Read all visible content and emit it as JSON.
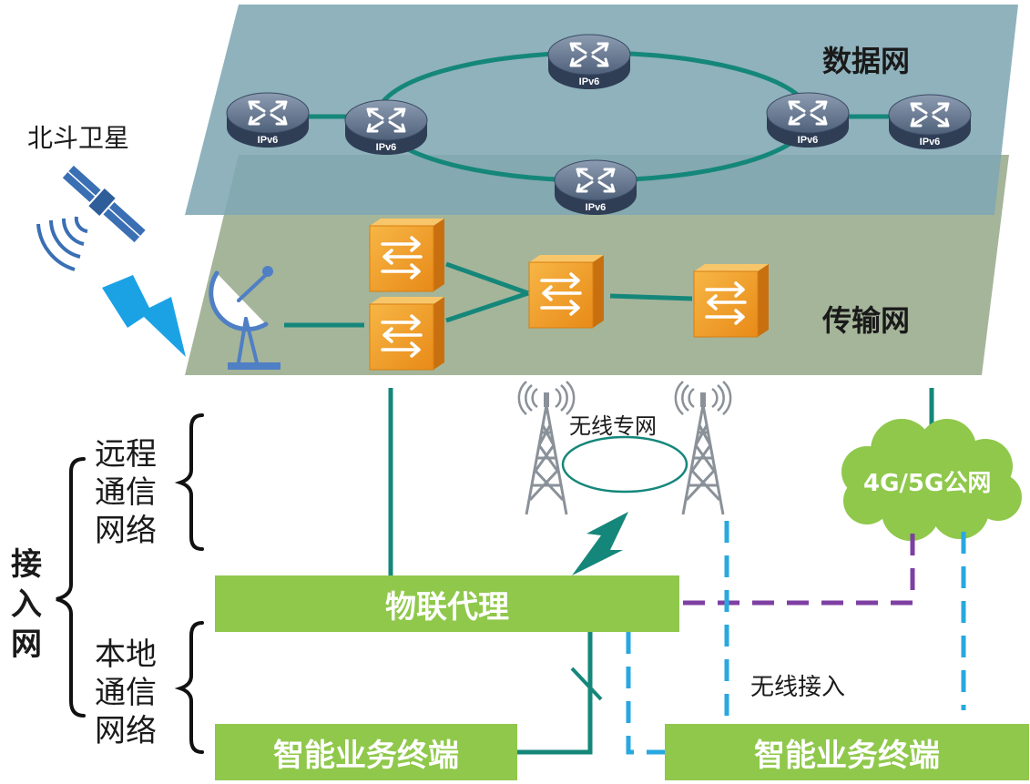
{
  "labels": {
    "data_network": "数据网",
    "transport_network": "传输网",
    "beidou_satellite": "北斗卫星",
    "wireless_private_network": "无线专网",
    "public_network": "4G/5G公网",
    "remote_network": "远程通信网络",
    "access_network": "接入网",
    "local_network": "本地通信网络",
    "iot_agent": "物联代理",
    "terminal_left": "智能业务终端",
    "terminal_right": "智能业务终端",
    "wireless_access": "无线接入",
    "ipv6": "IPv6"
  },
  "colors": {
    "data_plane": "#7fa7b3",
    "transport_plane": "#a5b59a",
    "teal_link": "#15877a",
    "green_box": "#8fc84b",
    "orange_switch": "#f0a030",
    "dashed_blue": "#29a8e0",
    "dashed_purple": "#7e3fa2",
    "lightning": "#1ba2e5",
    "cloud": "#8fc84b"
  },
  "icons": [
    "satellite-icon",
    "satellite-dish-icon",
    "router-icon",
    "switch-icon",
    "radio-tower-icon",
    "lightning-icon",
    "cloud-icon"
  ]
}
